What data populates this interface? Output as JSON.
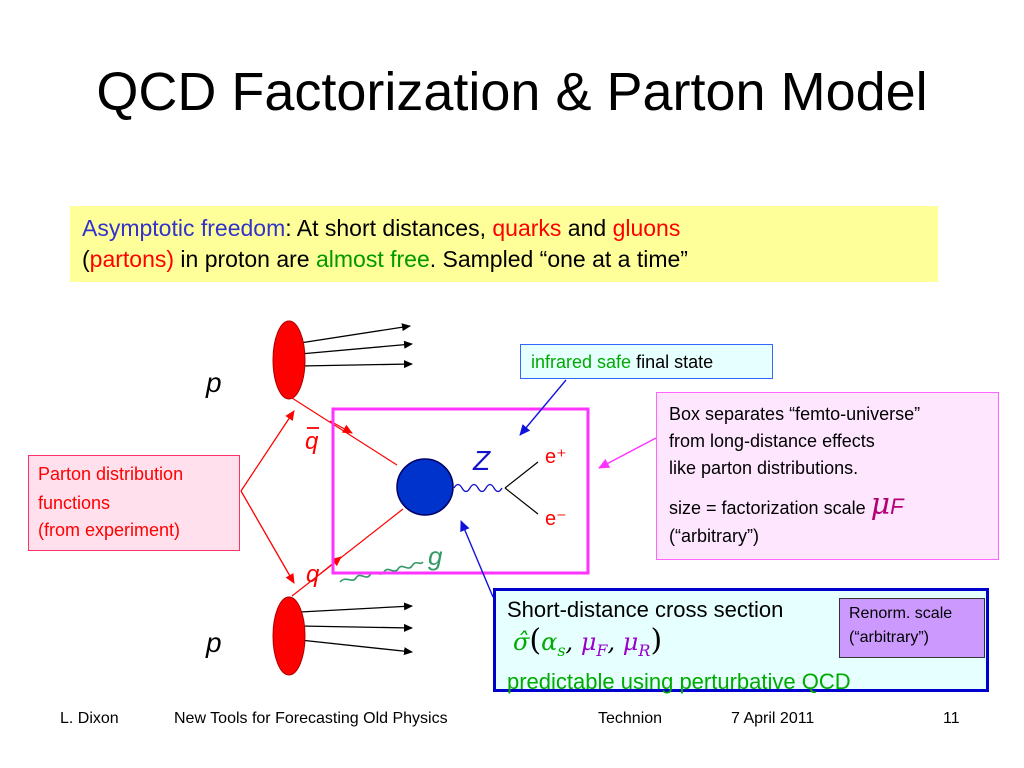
{
  "slide": {
    "title": "QCD Factorization & Parton Model"
  },
  "intro": {
    "l1_a": "Asymptotic freedom",
    "l1_b": ":  At short distances, ",
    "l1_c": "quarks",
    "l1_d": " and ",
    "l1_e": "gluons",
    "l2_a": "(",
    "l2_b": "partons)",
    "l2_c": " in proton are ",
    "l2_d": "almost free",
    "l2_e": ".    Sampled “one at a time”"
  },
  "diagram": {
    "p_top": "p",
    "p_bottom": "p",
    "qbar": "q",
    "q": "q",
    "g": "g",
    "z": "Z",
    "e_plus": "e⁺",
    "e_minus": "e⁻"
  },
  "pdf_box": {
    "l1": "Parton distribution",
    "l2": "functions",
    "l3": "(from experiment)"
  },
  "ir_box": {
    "a": "infrared safe",
    "b": " final state"
  },
  "fact_box": {
    "l1": "Box separates “femto-universe”",
    "l2": "from long-distance effects",
    "l3": "like parton distributions.",
    "l4": "size = factorization scale ",
    "mu": "μ",
    "mu_sub": "F",
    "l5": "(“arbitrary”)"
  },
  "sd_box": {
    "l1": "Short-distance cross section",
    "sigma": "σ̂",
    "open": "(",
    "alpha": "α",
    "alpha_sub": "s",
    "comma1": ", ",
    "mu1": "μ",
    "mu1_sub": "F",
    "comma2": ", ",
    "mu2": "μ",
    "mu2_sub": "R",
    "close": ")",
    "l3": "predictable using perturbative QCD"
  },
  "renorm_box": {
    "l1": "Renorm. scale",
    "l2": "(“arbitrary”)"
  },
  "footer": {
    "author": "L. Dixon",
    "talk": "New Tools for Forecasting Old Physics",
    "venue": "Technion",
    "date": "7 April 2011",
    "page": "11"
  },
  "colors": {
    "proton": "#ff0000",
    "blob": "#0033cc",
    "box": "#ff33ff",
    "gluon": "#339966",
    "arrow": "#3333ff"
  }
}
